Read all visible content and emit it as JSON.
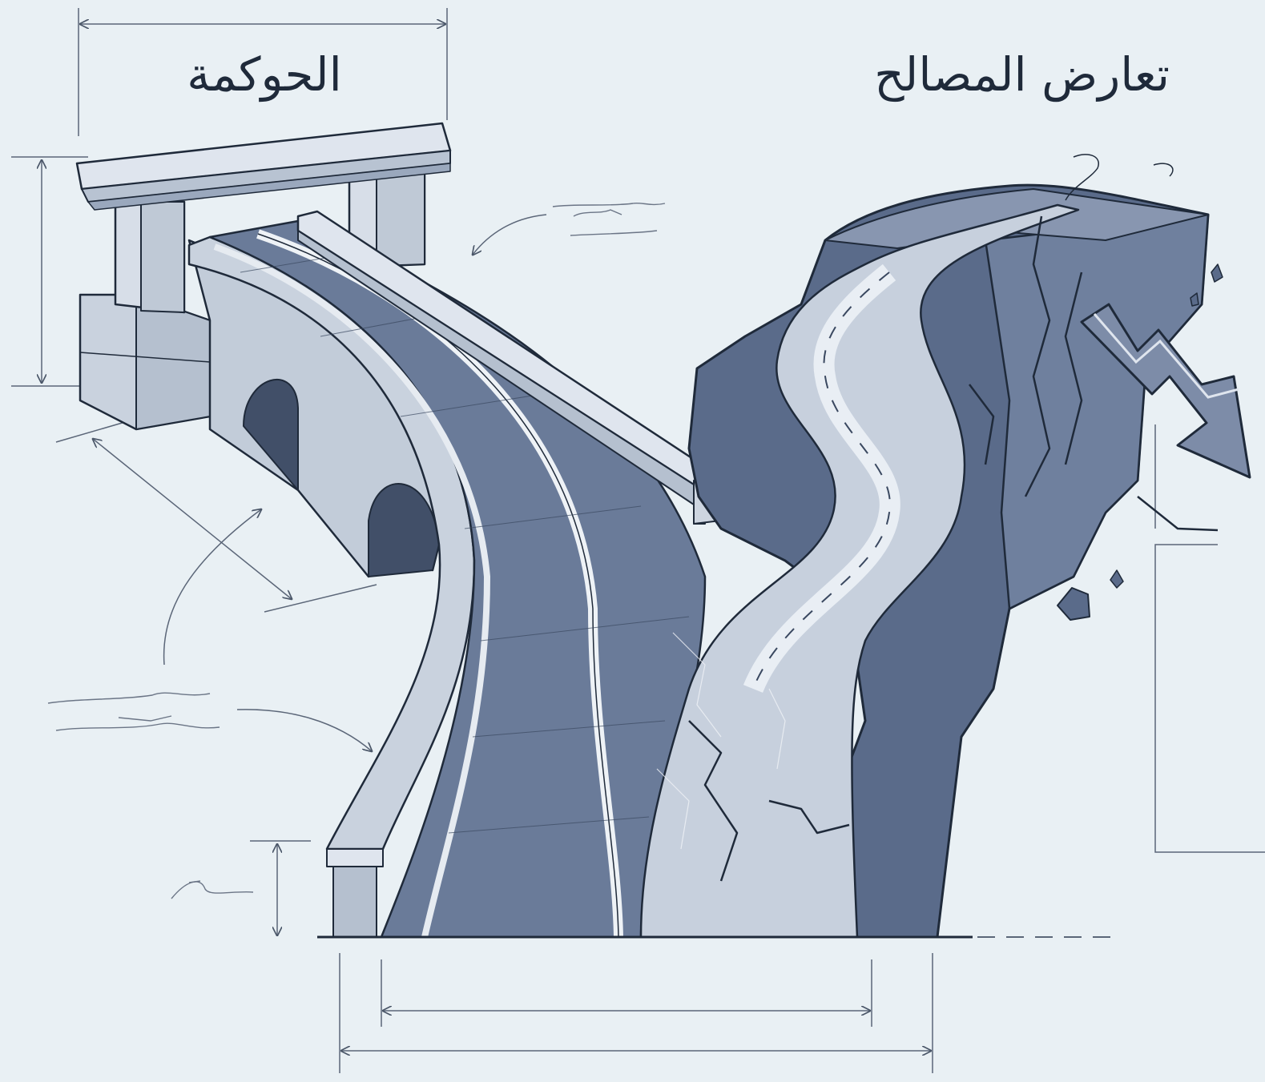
{
  "labels": {
    "governance": "الحوكمة",
    "conflict_of_interest": "تعارض المصالح"
  },
  "colors": {
    "paper": "#e9f0f4",
    "ink": "#1f2a3a",
    "road_dark": "#5f7191",
    "road_light": "#a8b5c9",
    "cliff_dark": "#4d5e7e",
    "cliff_mid": "#6e7f9d",
    "stone_light": "#d8dfe8"
  },
  "icons": {
    "bridge": "bridge-illustration",
    "cliff": "cliff-illustration",
    "down_arrow": "zigzag-down-arrow-icon"
  }
}
